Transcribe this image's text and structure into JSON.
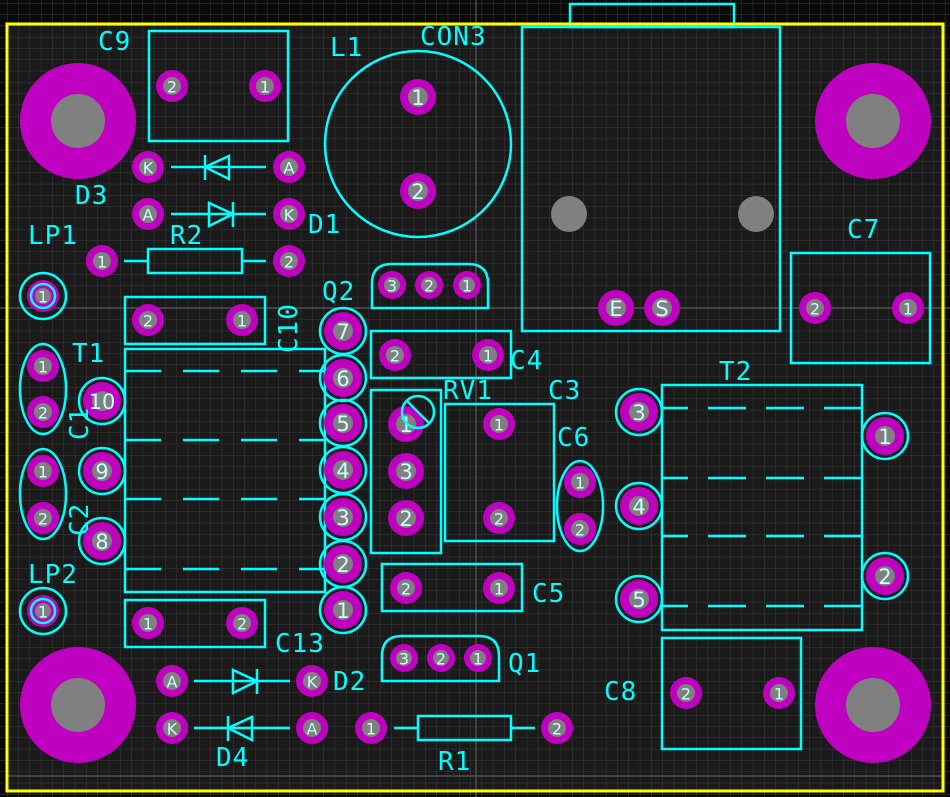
{
  "board": {
    "colors": {
      "background": "#1a1a1a",
      "outer": "#0a0a0a",
      "grid": "#3a3a3a",
      "outline": "#ffff00",
      "silkscreen": "#00ffff",
      "pad": "#c000c0",
      "hole": "#808080",
      "pad_text": "#c8ffff"
    },
    "mounting_holes": 4
  },
  "components": {
    "C9": {
      "ref": "C9",
      "pins": [
        "2",
        "1"
      ]
    },
    "L1": {
      "ref": "L1",
      "pins": [
        "1",
        "2"
      ]
    },
    "CON3": {
      "ref": "CON3",
      "pins": [
        "E",
        "S"
      ]
    },
    "D3": {
      "ref": "D3",
      "pins": [
        "K",
        "A"
      ]
    },
    "D1": {
      "ref": "D1",
      "pins": [
        "A",
        "K"
      ]
    },
    "LP1": {
      "ref": "LP1",
      "pins": [
        "1"
      ]
    },
    "R2": {
      "ref": "R2",
      "pins": [
        "1",
        "2"
      ]
    },
    "C10": {
      "ref": "C10",
      "pins": [
        "2",
        "1"
      ]
    },
    "Q2": {
      "ref": "Q2",
      "pins": [
        "3",
        "2",
        "1"
      ]
    },
    "C7": {
      "ref": "C7",
      "pins": [
        "2",
        "1"
      ]
    },
    "T1": {
      "ref": "T1",
      "pins_right": [
        "7",
        "6",
        "5",
        "4",
        "3",
        "2",
        "1"
      ],
      "pins_left": [
        "10",
        "9",
        "8"
      ]
    },
    "C1": {
      "ref": "C1",
      "pins": [
        "1",
        "2"
      ]
    },
    "C2": {
      "ref": "C2",
      "pins": [
        "1",
        "2"
      ]
    },
    "C4": {
      "ref": "C4",
      "pins": [
        "2",
        "1"
      ]
    },
    "RV1": {
      "ref": "RV1",
      "pins": [
        "1",
        "3",
        "2"
      ]
    },
    "C3": {
      "ref": "C3",
      "pins": [
        "1",
        "2"
      ]
    },
    "C6": {
      "ref": "C6",
      "pins": [
        "1",
        "2"
      ]
    },
    "T2": {
      "ref": "T2",
      "pins_left": [
        "3",
        "4",
        "5"
      ],
      "pins_right": [
        "1",
        "2"
      ]
    },
    "LP2": {
      "ref": "LP2",
      "pins": [
        "1"
      ]
    },
    "C13": {
      "ref": "C13",
      "pins": [
        "1",
        "2"
      ]
    },
    "C5": {
      "ref": "C5",
      "pins": [
        "2",
        "1"
      ]
    },
    "Q1": {
      "ref": "Q1",
      "pins": [
        "3",
        "2",
        "1"
      ]
    },
    "D2": {
      "ref": "D2",
      "pins": [
        "A",
        "K"
      ]
    },
    "D4": {
      "ref": "D4",
      "pins": [
        "K",
        "A"
      ]
    },
    "R1": {
      "ref": "R1",
      "pins": [
        "1",
        "2"
      ]
    },
    "C8": {
      "ref": "C8",
      "pins": [
        "2",
        "1"
      ]
    }
  }
}
